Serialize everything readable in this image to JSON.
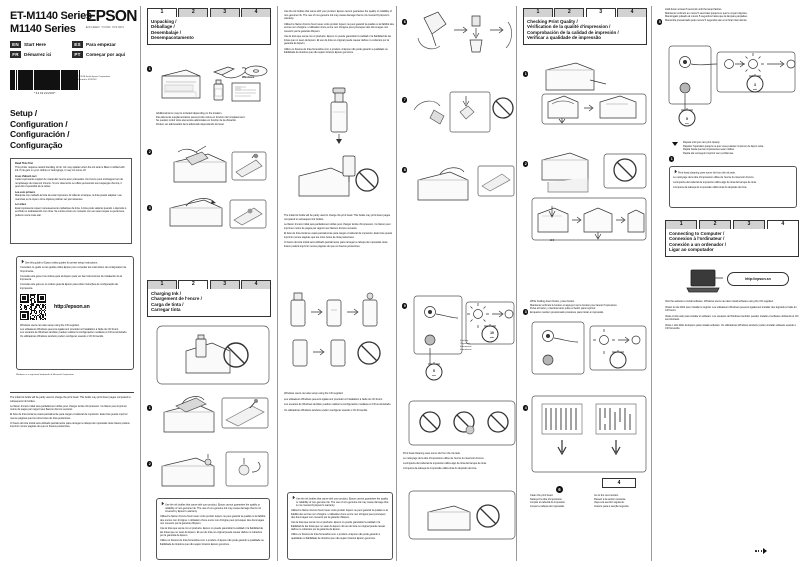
{
  "document": {
    "models": [
      "ET-M1140 Series",
      "M1140 Series"
    ],
    "brand": "EPSON",
    "brand_tagline": "EXCEED YOUR VISION",
    "setup_heading": [
      "Setup /",
      "Configuration /",
      "Configuración /",
      "Configuração"
    ],
    "barcode_number": "*413122200*",
    "copyright": "© 2018 Seiko Epson Corporation",
    "printed_in": "Printed in XXXXXX",
    "continuation_marker": "more-arrow"
  },
  "languages": [
    {
      "code": "EN",
      "label": "Start Here"
    },
    {
      "code": "ES",
      "label": "Para empezar"
    },
    {
      "code": "FR",
      "label": "Démarrez ici"
    },
    {
      "code": "PT",
      "label": "Começar por aqui"
    }
  ],
  "read_first": {
    "headings": [
      "Read This First",
      "Lisez d'abord ceci",
      "Lea esto primero",
      "Ler antes"
    ],
    "paragraphs": [
      "This printer requires careful handling of ink. Ink may splatter when the ink tank is filled or refilled with ink. If ink gets on your clothes or belongings, it may not come off.",
      "Cette imprimante requiert de manipuler l'encre avec précaution. De l'encre peut s'échapper lors du remplissage du réservoir d'encre. Si vos vêtements ou effets personnels sont aspergés d'encre, il peut être impossible de la retirer.",
      "Manipule con cuidado la tinta de esta impresora. Al rellenar el tanque, la tinta puede salpicar. Las manchas en la ropa u otros objetos podrían ser permanentes.",
      "Esta impressora requer manuseamento cuidadoso da tinta. A tinta pode salpicar quando o depósito é enchido ou reabastecido com tinta. Se a tinta entrar em contacto com as suas roupas ou pertences, poderá nunca mais sair."
    ]
  },
  "video_note": {
    "lines": [
      "See this guide or Epson video guides for printer setup instructions.",
      "Consultez ce guide ou les guides vidéo Epson pour consulter les instructions de configuration de l'imprimante.",
      "Consulte esta guía o los vídeos guía de Epson para ver las instrucciones de instalación de la impresora.",
      "Consulte este guia ou os vídeos guia da Epson para obter instruções de configuração da impressora."
    ],
    "url": "http://epson.sn",
    "cd_lines": [
      "Windows users can also setup using the CD supplied.",
      "Les utilisateurs Windows peuvent également procéder à l'installation à l'aide du CD fourni.",
      "Los usuarios de Windows también pueden realizar la configuración mediante el CD suministrado.",
      "Os utilizadores Windows também podem configurar usando o CD fornecido."
    ],
    "footnote": "Windows is a registered trademark of Microsoft Corporation."
  },
  "initial_ink_note": {
    "lines": [
      "The initial ink bottle will be partly used to charge the print head. This bottle may print fewer pages compared to subsequent ink bottles.",
      "Le flacon d'encre initial sera partiellement utilisé pour charger la tête d'impression. Ce flacon peut imprimer moins de pages par rapport aux flacons d'encre suivants.",
      "El bote de tinta inicial se usará parcialmente para cargar el cabezal de impresión. Este bote puede imprimir menos páginas que los otros botes de tinta posteriores.",
      "O frasco de tinta inicial será utilizado parcialmente para carregar a cabeça de impressão. Este frasco poderá imprimir menos páginas do que os frascos posteriores."
    ]
  },
  "panels": [
    {
      "id": "panel-unpacking",
      "tabs": [
        "1",
        "2",
        "3",
        "4"
      ],
      "active": 0,
      "title": [
        "Unpacking /",
        "Déballage /",
        "Desembalaje /",
        "Desempacotamento"
      ],
      "steps": [
        {
          "number": "1",
          "art": "unboxing-contents",
          "art_label": "Windows",
          "caption": [
            "Additional items may be included depending on the location.",
            "Des éléments supplémentaires peuvent être inclus en fonction de l'emplacement.",
            "Se pueden incluir otros elementos adicionales en función de la ubicación.",
            "Podem ser adicionados itens adicionais dependendo do local."
          ]
        },
        {
          "number": "2",
          "art": "remove-tape-printer"
        },
        {
          "number": "3",
          "art": "open-scanner-unit"
        },
        {
          "number": "4",
          "art": "remove-protective-material"
        }
      ]
    },
    {
      "id": "panel-charging-ink",
      "tabs": [
        "1",
        "2",
        "3",
        "4"
      ],
      "active": 1,
      "title": [
        "Charging Ink /",
        "Chargement de l'encre /",
        "Carga de tinta /",
        "Carregar tinta"
      ],
      "steps": [
        {
          "number": "1",
          "art": "ink-tank-cap-open"
        },
        {
          "number": "2",
          "art": "unlock-ink-tank"
        },
        {
          "number": "3",
          "art": "open-ink-tank-cap"
        }
      ],
      "caution": {
        "lines": [
          "Use the ink bottles that came with your product. Epson cannot guarantee the quality or reliability of non-genuine ink. The use of non-genuine ink may cause damage that is not covered by Epson's warranty.",
          "Utilisez le flacon d'encre fourni avec votre produit. Epson ne peut garantir la qualité ou la fiabilité des encres non d'origine. L'utilisation d'une encre non d'origine peut provoquer des dommages non couverts par la garantie d'Epson.",
          "Use la tinta que venía con el producto. Epson no puede garantizar la calidad ni la fiabilidad de las tintas que no sean de Epson. El uso de tinta no original puede causar daños no cubiertos por la garantía de Epson.",
          "Utilize os frascos de tinta fornecidos com o produto. A Epson não pode garantir a qualidade ou fiabilidade de tinteiros que não sejam tinteiros Epson genuínos."
        ]
      }
    },
    {
      "id": "panel-print-quality",
      "tabs": [
        "1",
        "2",
        "3",
        "4"
      ],
      "active": 2,
      "title": [
        "Checking Print Quality /",
        "Vérification de la qualité d'impression /",
        "Comprobación de la calidad de impresión /",
        "Verificar a qualidade de impressão"
      ],
      "steps": [
        {
          "number": "1",
          "art": "open-paper-support"
        },
        {
          "number": "2",
          "art": "load-paper-a4",
          "paper_size": "A4"
        },
        {
          "number": "3",
          "art": "hold-button-nozzle-check",
          "lead": [
            "While holding down  button, press  button.",
            "Maintenez enfoncé le bouton  et appuyez sur le bouton  pour lancer l'impression.",
            "Pulse el botón  y mientras tanto pulse el botón  para imprimir.",
            "Enquanto mantém pressionado  pressione  para iniciar a impressão."
          ]
        },
        {
          "number": "4",
          "art": "compare-nozzle-pattern"
        },
        {
          "number": "5",
          "art": "head-cleaning-branch"
        },
        {
          "number": "6",
          "art": "clean-print-head",
          "caption": [
            "Clean the print head.",
            "Nettoyez la tête d'impression.",
            "Limpiar el cabezal de impresión.",
            "Limpar a cabeça de impressão."
          ]
        }
      ],
      "next_branch": {
        "tab": "4",
        "caption": [
          "Go to the next section.",
          "Passez à la section suivante.",
          "Vaya a la sección siguiente.",
          "Avance para a secção seguinte."
        ]
      }
    },
    {
      "id": "panel-connecting",
      "tabs": [
        "1",
        "2",
        "3",
        "4"
      ],
      "active": 3,
      "title": [
        "Connecting to Computer /",
        "Connexion à l'ordinateur /",
        "Conexión a un ordenador /",
        "Ligar ao computador"
      ],
      "url": "http://epson.sn",
      "body": [
        "Visit the website to install software. Windows users can also install software using the CD supplied.",
        "Visitez le site Web pour installer le logiciel. Les utilisateurs Windows peuvent également installer des logiciels à l'aide du CD fourni.",
        "Visite el sitio web para instalar el software. Los usuarios de Windows también pueden instalar el software utilizando el CD suministrado.",
        "Visite o sítio Web da Epson para instalar software. Os utilizadores Windows também podem instalar software usando o CD fornecido."
      ]
    }
  ],
  "timers": [
    {
      "value": "10",
      "unit": "min"
    },
    {
      "value": "5",
      "unit": "sec"
    },
    {
      "value": "3",
      "unit": "min"
    },
    {
      "value": "5",
      "unit": "sec"
    }
  ],
  "repeat_note": {
    "lines": [
      "Repeat until you can print cleanly.",
      "Répétez l'opération jusqu'à ce que vous puissiez imprimer de façon nette.",
      "Repita hasta que las impresiones sean nítidas.",
      "Repita até conseguir imprimir sem problemas."
    ]
  },
  "head_cleaning_note": {
    "lines": [
      "Print head cleaning uses some ink from the ink tank.",
      "Le nettoyage de la tête d'impression utilise de l'encre du réservoir d'encre.",
      "La limpieza del cabezal de impresión utiliza algo de tinta del tanque de tinta.",
      "A limpeza da cabeça de impressão utiliza tinta do depósito de tinta."
    ]
  },
  "hold_button_note": {
    "lines": [
      "Hold down at least 5 seconds until the lamp flashes.",
      "Maintenez enfoncé au moins 5 secondes jusqu'à ce que le voyant clignote.",
      "Manténgalo pulsado al menos 5 segundos hasta que la lámpara parpadee.",
      "Mantenha pressionado pelo menos 5 segundos até a luz intermitente."
    ]
  },
  "right_column_notes": {
    "top": [
      "Hold down at least 5 seconds until the lamp flashes.",
      "Maintenez enfoncé au moins 5 secondes jusqu'à ce que le voyant clignote.",
      "Manténgalo pulsado al menos 5 segundos hasta que la lámpara parpadee.",
      "Mantenha pressionado pelo menos 5 segundos até a luz ficar intermitente."
    ]
  },
  "lamp_legend": {
    "labels": [
      "Flashing",
      "Clignotant",
      "Intermitente",
      "Intermitente"
    ]
  },
  "colors": {
    "ink": "#1a1a1a",
    "tab_inactive": "#d2d2d2",
    "tab_active": "#ffffff",
    "rule": "#9a9a9a"
  }
}
